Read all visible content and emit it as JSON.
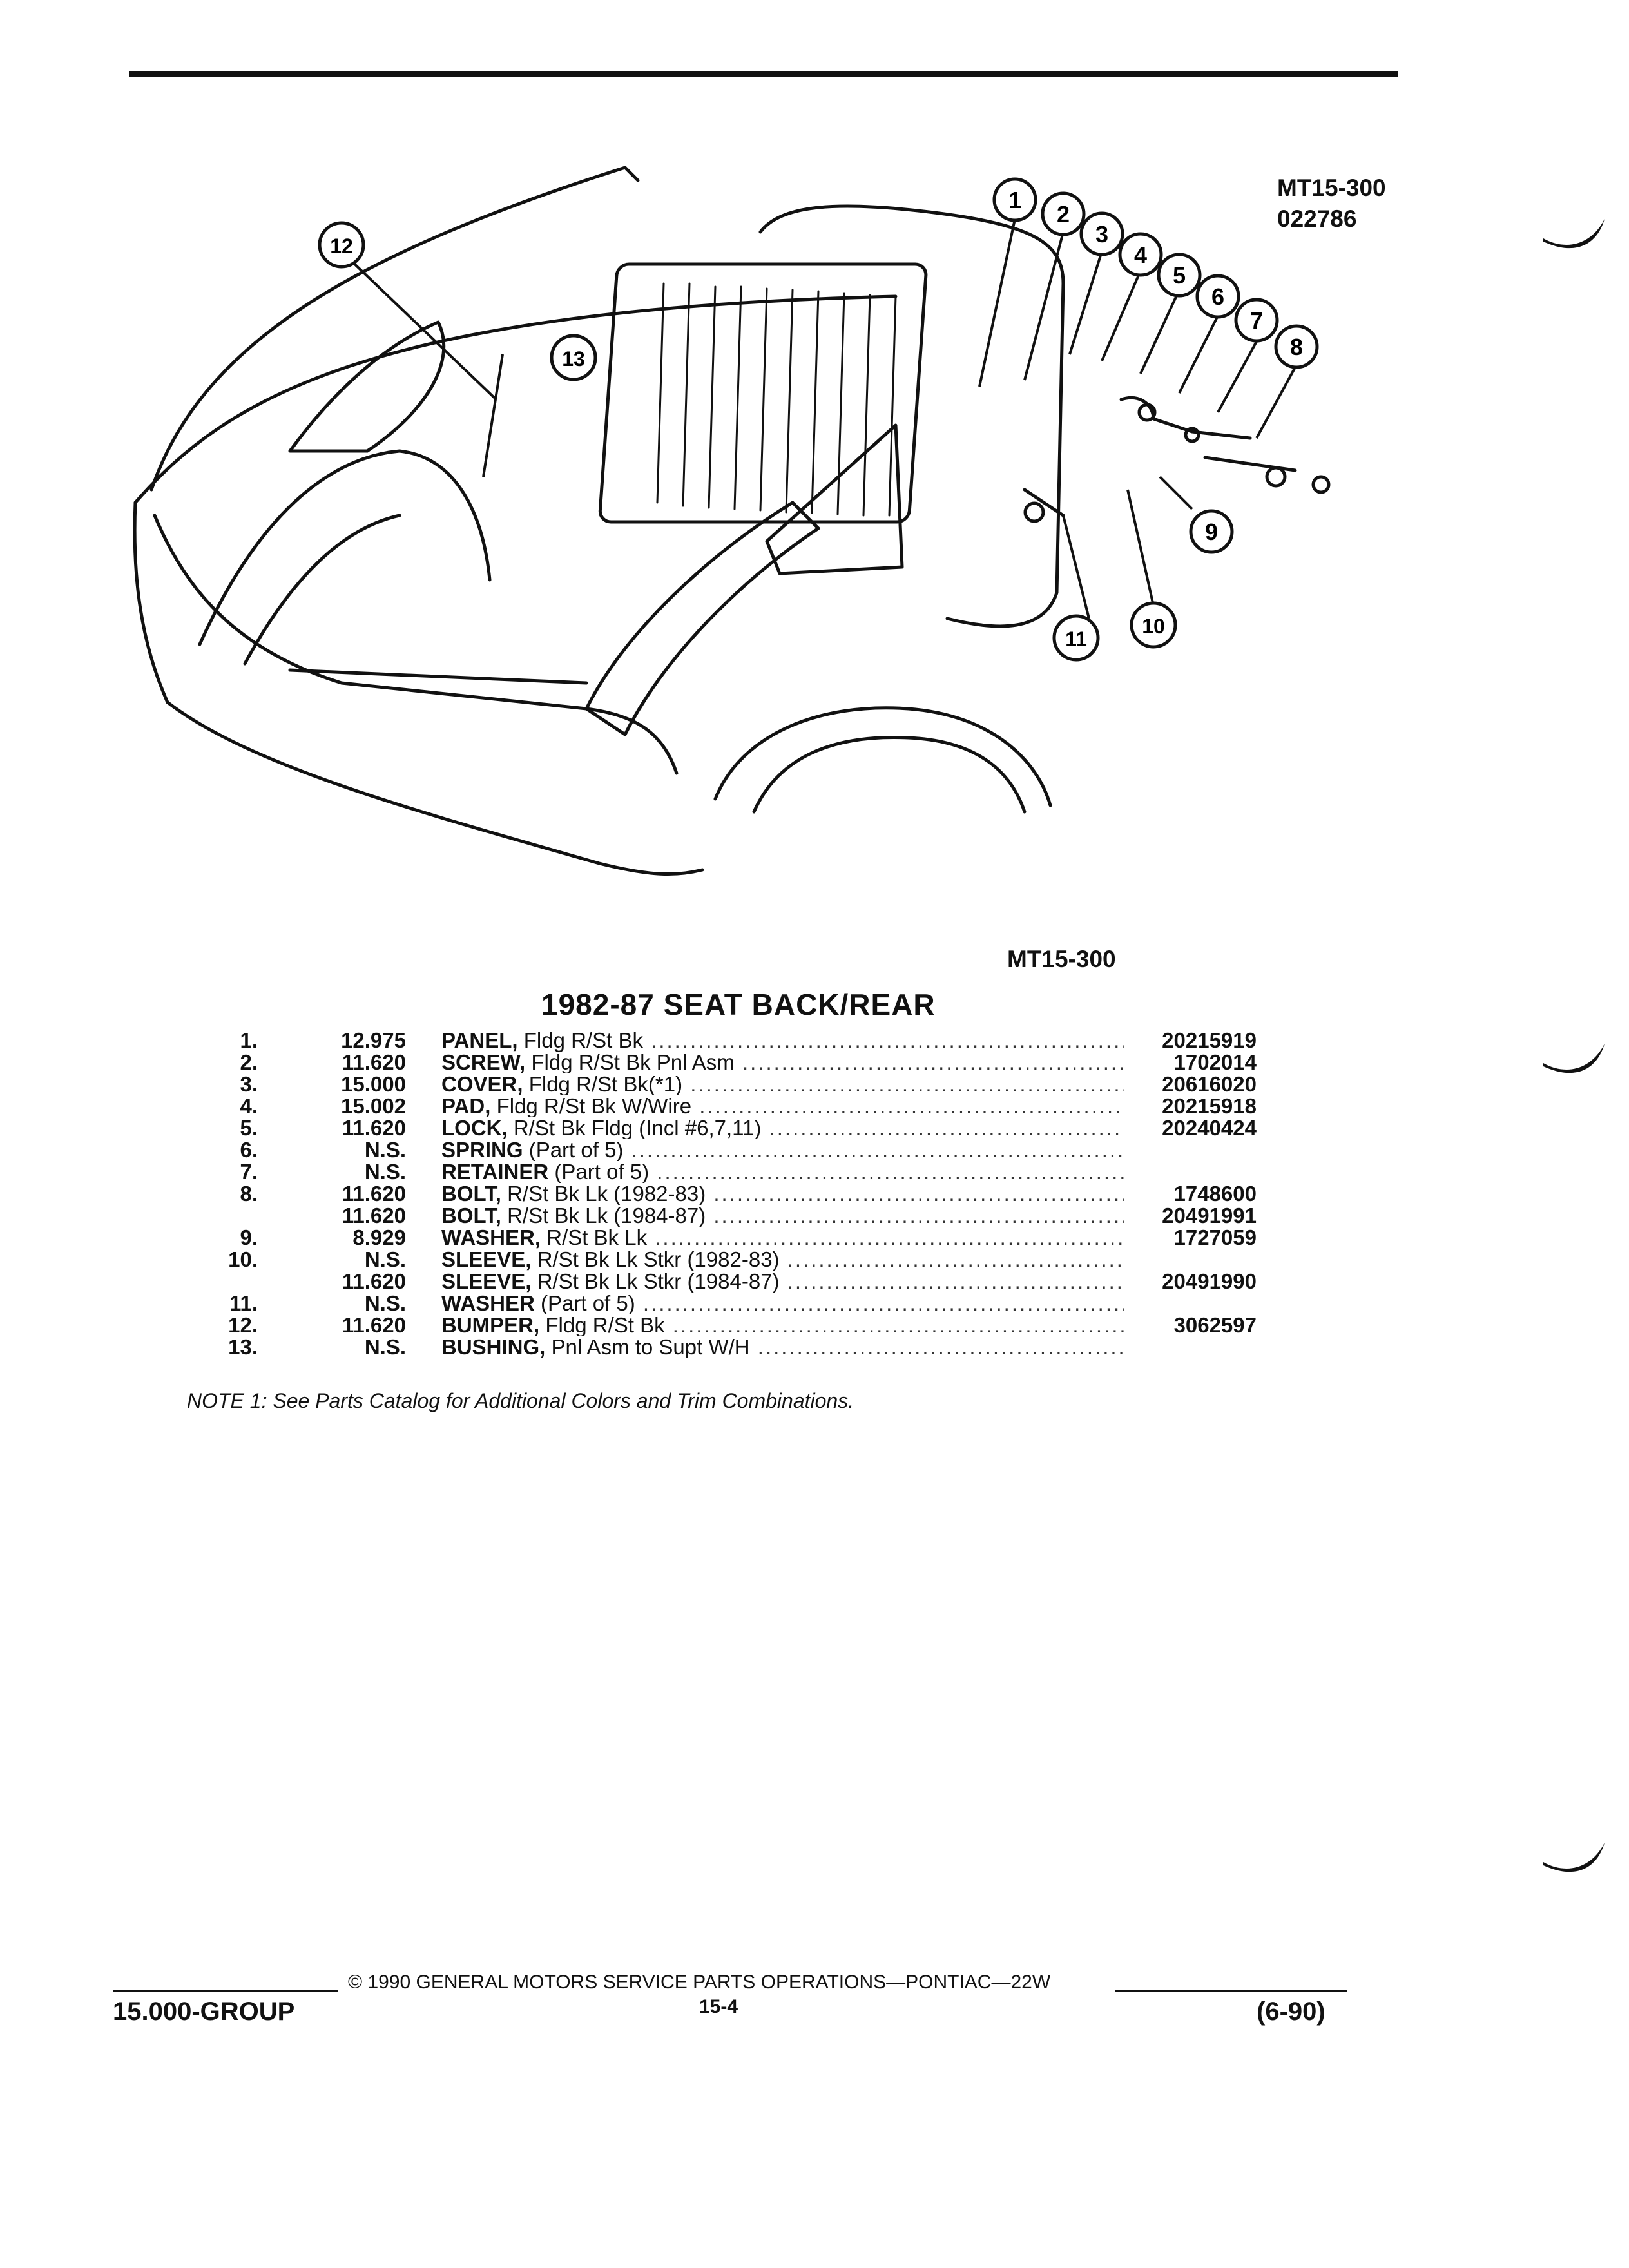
{
  "header": {
    "ref_code": "MT15-300",
    "ref_number": "022786"
  },
  "diagram": {
    "label": "MT15-300",
    "callouts": [
      "1",
      "2",
      "3",
      "4",
      "5",
      "6",
      "7",
      "8",
      "9",
      "10",
      "11",
      "12",
      "13"
    ]
  },
  "title": "1982-87 SEAT BACK/REAR",
  "parts": [
    {
      "no": "1.",
      "group": "12.975",
      "name": "PANEL,",
      "desc": "Fldg R/St Bk",
      "part": "20215919"
    },
    {
      "no": "2.",
      "group": "11.620",
      "name": "SCREW,",
      "desc": "Fldg R/St Bk Pnl Asm",
      "part": "1702014"
    },
    {
      "no": "3.",
      "group": "15.000",
      "name": "COVER,",
      "desc": "Fldg R/St Bk(*1)",
      "part": "20616020"
    },
    {
      "no": "4.",
      "group": "15.002",
      "name": "PAD,",
      "desc": "Fldg R/St Bk W/Wire",
      "part": "20215918"
    },
    {
      "no": "5.",
      "group": "11.620",
      "name": "LOCK,",
      "desc": "R/St Bk Fldg (Incl #6,7,11)",
      "part": "20240424"
    },
    {
      "no": "6.",
      "group": "N.S.",
      "name": "SPRING",
      "desc": "(Part of 5)",
      "part": ""
    },
    {
      "no": "7.",
      "group": "N.S.",
      "name": "RETAINER",
      "desc": "(Part of 5)",
      "part": ""
    },
    {
      "no": "8.",
      "group": "11.620",
      "name": "BOLT,",
      "desc": "R/St Bk Lk (1982-83)",
      "part": "1748600"
    },
    {
      "no": "",
      "group": "11.620",
      "name": "BOLT,",
      "desc": "R/St Bk Lk (1984-87)",
      "part": "20491991"
    },
    {
      "no": "9.",
      "group": "8.929",
      "name": "WASHER,",
      "desc": "R/St Bk Lk",
      "part": "1727059"
    },
    {
      "no": "10.",
      "group": "N.S.",
      "name": "SLEEVE,",
      "desc": "R/St Bk Lk Stkr (1982-83)",
      "part": ""
    },
    {
      "no": "",
      "group": "11.620",
      "name": "SLEEVE,",
      "desc": "R/St Bk Lk Stkr (1984-87)",
      "part": "20491990"
    },
    {
      "no": "11.",
      "group": "N.S.",
      "name": "WASHER",
      "desc": "(Part of 5)",
      "part": ""
    },
    {
      "no": "12.",
      "group": "11.620",
      "name": "BUMPER,",
      "desc": "Fldg R/St Bk",
      "part": "3062597"
    },
    {
      "no": "13.",
      "group": "N.S.",
      "name": "BUSHING,",
      "desc": "Pnl Asm to Supt W/H",
      "part": ""
    }
  ],
  "note": "NOTE 1: See Parts Catalog for Additional Colors and Trim Combinations.",
  "footer": {
    "copyright": "© 1990 GENERAL MOTORS SERVICE PARTS OPERATIONS—PONTIAC—22W",
    "group": "15.000-GROUP",
    "page": "15-4",
    "date": "(6-90)"
  }
}
